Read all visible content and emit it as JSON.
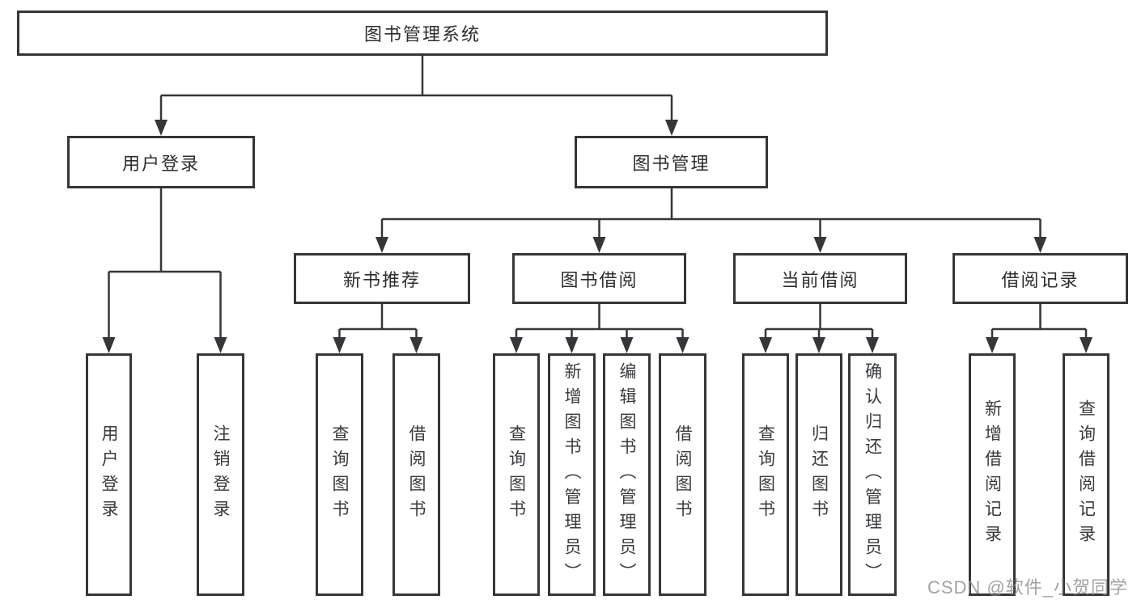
{
  "nodes": {
    "root": "图书管理系统",
    "user_login": "用户登录",
    "book_management": "图书管理",
    "leaf_user_login": "用户登录",
    "leaf_logout": "注销登录",
    "new_book_recommend": "新书推荐",
    "book_borrowing": "图书借阅",
    "current_borrowing": "当前借阅",
    "borrowing_records": "借阅记录",
    "nb_query_books": "查询图书",
    "nb_borrow_books": "借阅图书",
    "bb_query_books": "查询图书",
    "bb_add_books": "新增图书（管理员）",
    "bb_edit_books": "编辑图书（管理员）",
    "bb_borrow_books": "借阅图书",
    "cb_query_books": "查询图书",
    "cb_return_books": "归还图书",
    "cb_confirm_return": "确认归还（管理员）",
    "br_add_record": "新增借阅记录",
    "br_query_record": "查询借阅记录"
  },
  "watermark": "CSDN @软件_小贺同学",
  "colors": {
    "background": "#ffffff",
    "line": "#36363a",
    "box_border": "#36363a",
    "text": "#2d2d31",
    "watermark": "#8c8c8c"
  }
}
